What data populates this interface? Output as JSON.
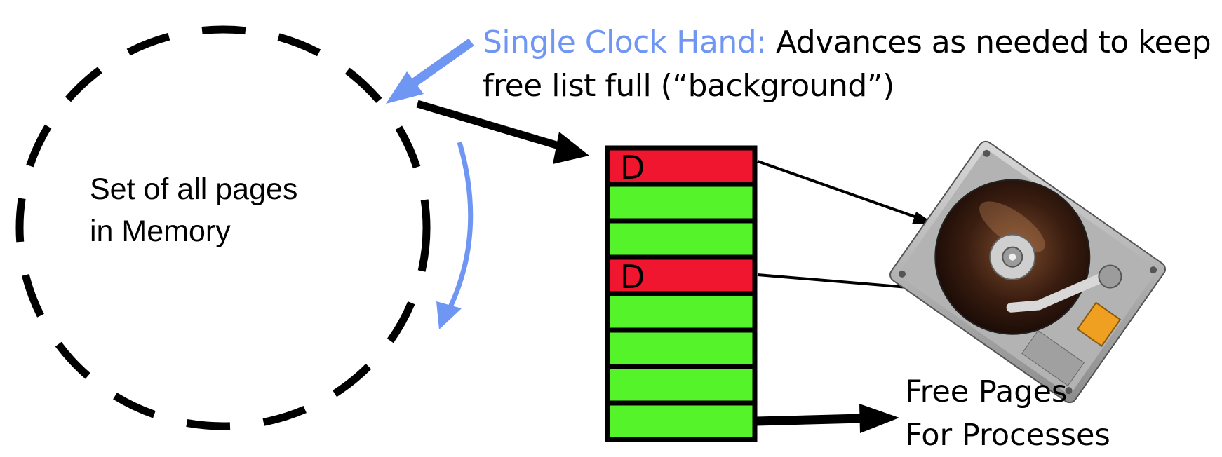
{
  "memory_set": {
    "label_line1": "Set of all pages",
    "label_line2": "in Memory"
  },
  "clock_hand": {
    "title": "Single Clock Hand:",
    "description_line1": " Advances as needed to keep",
    "description_line2": "free list full (“background”)",
    "color": "#6f96f2"
  },
  "free_list": {
    "slots": [
      {
        "state": "dirty",
        "mark": "D"
      },
      {
        "state": "free",
        "mark": ""
      },
      {
        "state": "free",
        "mark": ""
      },
      {
        "state": "dirty",
        "mark": "D"
      },
      {
        "state": "free",
        "mark": ""
      },
      {
        "state": "free",
        "mark": ""
      },
      {
        "state": "free",
        "mark": ""
      },
      {
        "state": "free",
        "mark": ""
      }
    ],
    "colors": {
      "dirty": "#f0162f",
      "free": "#55f42a"
    }
  },
  "output": {
    "label_line1": "Free Pages",
    "label_line2": "For Processes"
  },
  "icons": {
    "disk": "hard-disk-icon"
  }
}
